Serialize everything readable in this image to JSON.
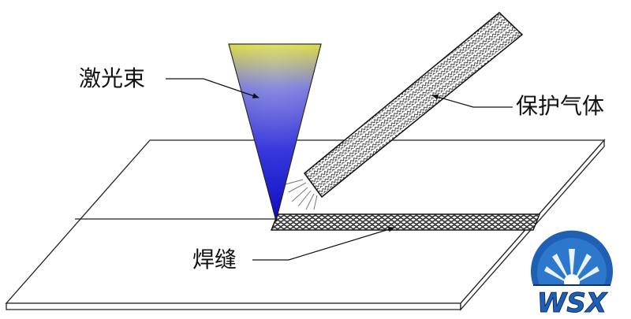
{
  "labels": {
    "laser_beam": "激光束",
    "shield_gas": "保护气体",
    "weld_seam": "焊缝"
  },
  "logo": {
    "text": "WSX",
    "colors": {
      "blue": "#1f5fb4",
      "dark": "#0d2f6b",
      "light": "#cfe3f8"
    }
  },
  "colors": {
    "beam_top": "#d8d830",
    "beam_mid": "#4040e8",
    "beam_bottom": "#1010c8",
    "line": "#222222"
  }
}
